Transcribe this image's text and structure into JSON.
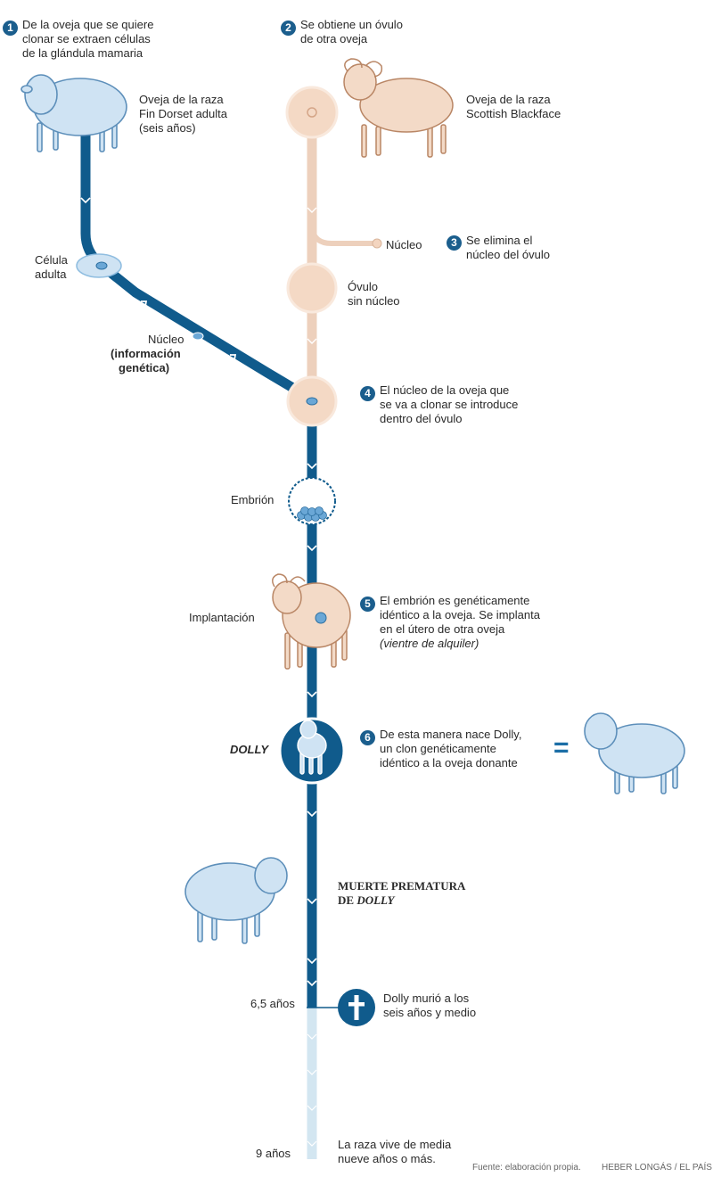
{
  "colors": {
    "donor_line": "#105b8c",
    "egg_line": "#edd0bc",
    "future_line": "#d3e6f1",
    "badge": "#1b5e8d",
    "donor_sheep": "#cfe3f3",
    "egg_sheep": "#f3dac7",
    "cell": "#f4d9c5"
  },
  "steps": {
    "s1": {
      "number": "1",
      "lines": [
        "De la oveja que se quiere",
        "clonar se extraen células",
        "de la glándula mamaria"
      ]
    },
    "s2": {
      "number": "2",
      "lines": [
        "Se obtiene un óvulo",
        "de otra oveja"
      ]
    },
    "s3": {
      "number": "3",
      "lines": [
        "Se elimina el",
        "núcleo del óvulo"
      ]
    },
    "s4": {
      "number": "4",
      "lines": [
        "El núcleo de la oveja que",
        "se va a clonar se introduce",
        "dentro del óvulo"
      ]
    },
    "s5": {
      "number": "5",
      "lines": [
        "El embrión es genéticamente",
        "idéntico a la oveja. Se implanta",
        "en el útero de otra oveja"
      ],
      "italic_line": "(vientre de alquiler)"
    },
    "s6": {
      "number": "6",
      "lines": [
        "De esta manera nace Dolly,",
        "un clon genéticamente",
        "idéntico a la oveja donante"
      ]
    }
  },
  "labels": {
    "donor_sheep": [
      "Oveja de la raza",
      "Fin Dorset adulta",
      "(seis años)"
    ],
    "egg_sheep": [
      "Oveja de la raza",
      "Scottish Blackface"
    ],
    "adult_cell": [
      "Célula",
      "adulta"
    ],
    "nucleus_removed": "Núcleo",
    "nucleus": "Núcleo",
    "genetic_info": [
      "(información",
      "genética)"
    ],
    "egg_no_nucleus": [
      "Óvulo",
      "sin núcleo"
    ],
    "embryo": "Embrión",
    "implantation": "Implantación",
    "dolly": "DOLLY",
    "equals": "=",
    "death_title": "MUERTE PREMATURA",
    "death_title_2a": "DE ",
    "death_title_2b": "DOLLY",
    "age_65": "6,5 años",
    "death_note": [
      "Dolly murió a los",
      "seis años y medio"
    ],
    "age_9": "9 años",
    "lifespan_note": [
      "La raza vive de media",
      "nueve años o más."
    ],
    "source": "Fuente: elaboración propia.",
    "credit": "HEBER LONGÁS / EL PAÍS"
  }
}
